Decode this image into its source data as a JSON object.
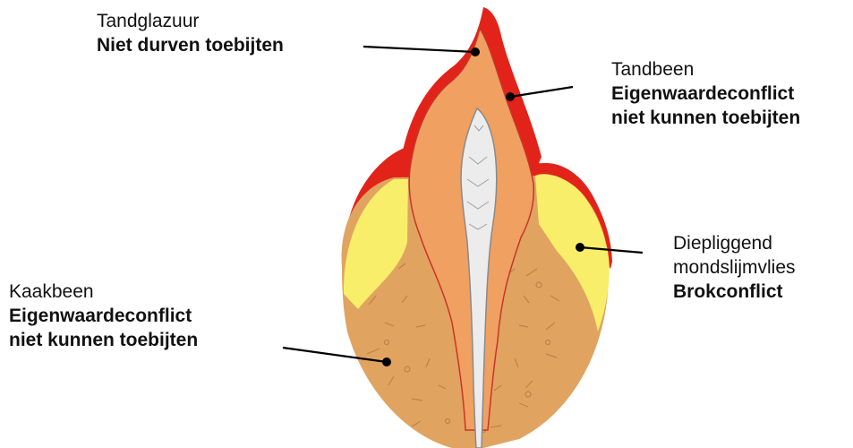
{
  "labels": {
    "enamel": {
      "title": "Tandglazuur",
      "bold": "Niet durven toebijten"
    },
    "dentin": {
      "title": "Tandbeen",
      "bold_1": "Eigenwaardeconflict",
      "bold_2": "niet kunnen toebijten"
    },
    "gingiva": {
      "title_1": "Diepliggend",
      "title_2": "mondslijmvlies",
      "bold": "Brokconflict"
    },
    "jawbone": {
      "title": "Kaakbeen",
      "bold_1": "Eigenwaardeconflict",
      "bold_2": "niet kunnen toebijten"
    }
  },
  "colors": {
    "enamel": "#e2231a",
    "dentin": "#f0a060",
    "gingiva": "#f8ee6a",
    "bone": "#e0a460",
    "pulp": "#e8e8e8",
    "leader": "#000000"
  }
}
